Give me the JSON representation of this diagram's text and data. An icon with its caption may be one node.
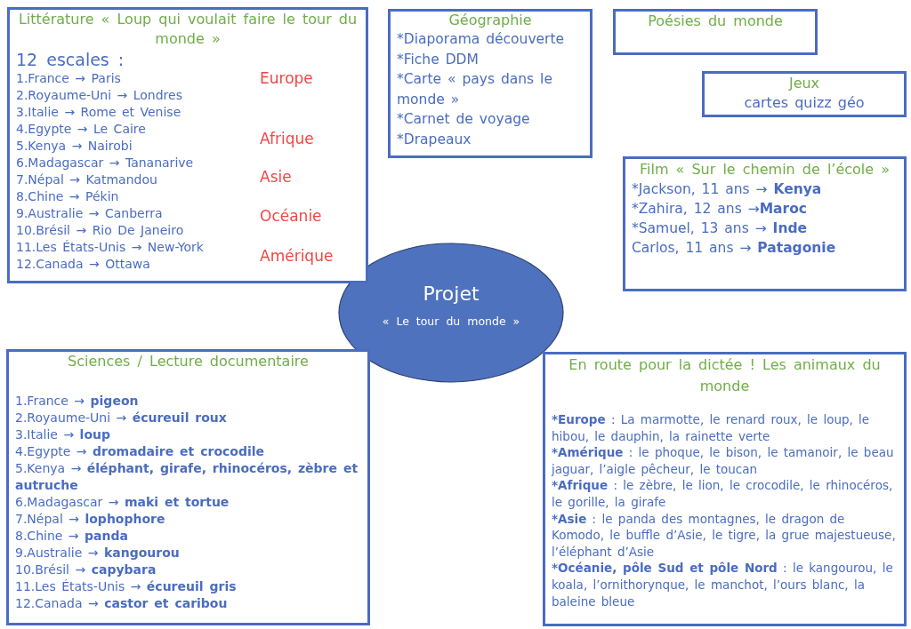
{
  "diagram": {
    "nodes": [
      {
        "text": [
          "Littérature « Loup qui voulait faire le tour du monde »",
          "12 escales :",
          "1.France → Paris",
          "2.Royaume-Uni → Londres",
          "3.Italie → Rome et Venise",
          "4.Egypte → Le Caire",
          "5.Kenya → Nairobi",
          "6.Madagascar → Tananarive",
          "7.Népal → Katmandou",
          "8.Chine → Pékin",
          "9.Australie → Canberra",
          "10.Brésil → Rio De Janeiro",
          "11.Les États-Unis → New-York",
          "12.Canada → Ottawa",
          "Europe",
          "Afrique",
          "Asie",
          "Océanie",
          "Amérique"
        ]
      },
      {
        "text": [
          "Géographie",
          "*Diaporama découverte",
          "*Fiche DDM",
          "*Carte « pays dans le monde »",
          "*Carnet de voyage",
          "*Drapeaux"
        ]
      },
      {
        "text": [
          "Poésies du monde"
        ]
      },
      {
        "text": [
          "Jeux",
          "cartes quizz géo"
        ]
      },
      {
        "text": [
          "Film « Sur le chemin de l’école »",
          "*Jackson, 11 ans → **Kenya**",
          "*Zahira, 12 ans →**Maroc**",
          "*Samuel, 13 ans → **Inde**",
          "Carlos, 11 ans → **Patagonie**"
        ]
      },
      {
        "text": [
          "Projet",
          "« Le tour du monde »"
        ]
      },
      {
        "text": [
          "Sciences / Lecture documentaire",
          "1.France → **pigeon**",
          "2.Royaume-Uni → **écureuil roux**",
          "3.Italie → **loup**",
          "4.Egypte → **dromadaire et crocodile**",
          "5.Kenya → **éléphant, girafe, rhinocéros, zèbre et autruche**",
          "6.Madagascar → **maki et tortue**",
          "7.Népal → **lophophore**",
          "8.Chine → **panda**",
          "9.Australie → **kangourou**",
          "10.Brésil → **capybara**",
          "11.Les États-Unis → **écureuil gris**",
          "12.Canada → **castor et caribou**"
        ]
      },
      {
        "text": [
          "En route pour la dictée ! Les animaux du monde",
          "***Europe** : La marmotte, le renard roux, le loup, le hibou, le dauphin, la rainette verte",
          "***Amérique** : le phoque, le bison, le tamanoir, le beau jaguar, l’aigle pêcheur, le toucan",
          "***Afrique** : le zèbre, le lion, le crocodile, le rhinocéros, le gorille, la girafe",
          "***Asie** : le panda des montagnes, le dragon de Komodo, le buffle d’Asie, le tigre, la grue majestueuse, l’éléphant d’Asie",
          "***Océanie, pôle Sud et pôle Nord** : le kangourou, le koala, l’ornithorynque, le manchot, l’ours blanc, la baleine bleue"
        ]
      }
    ]
  }
}
